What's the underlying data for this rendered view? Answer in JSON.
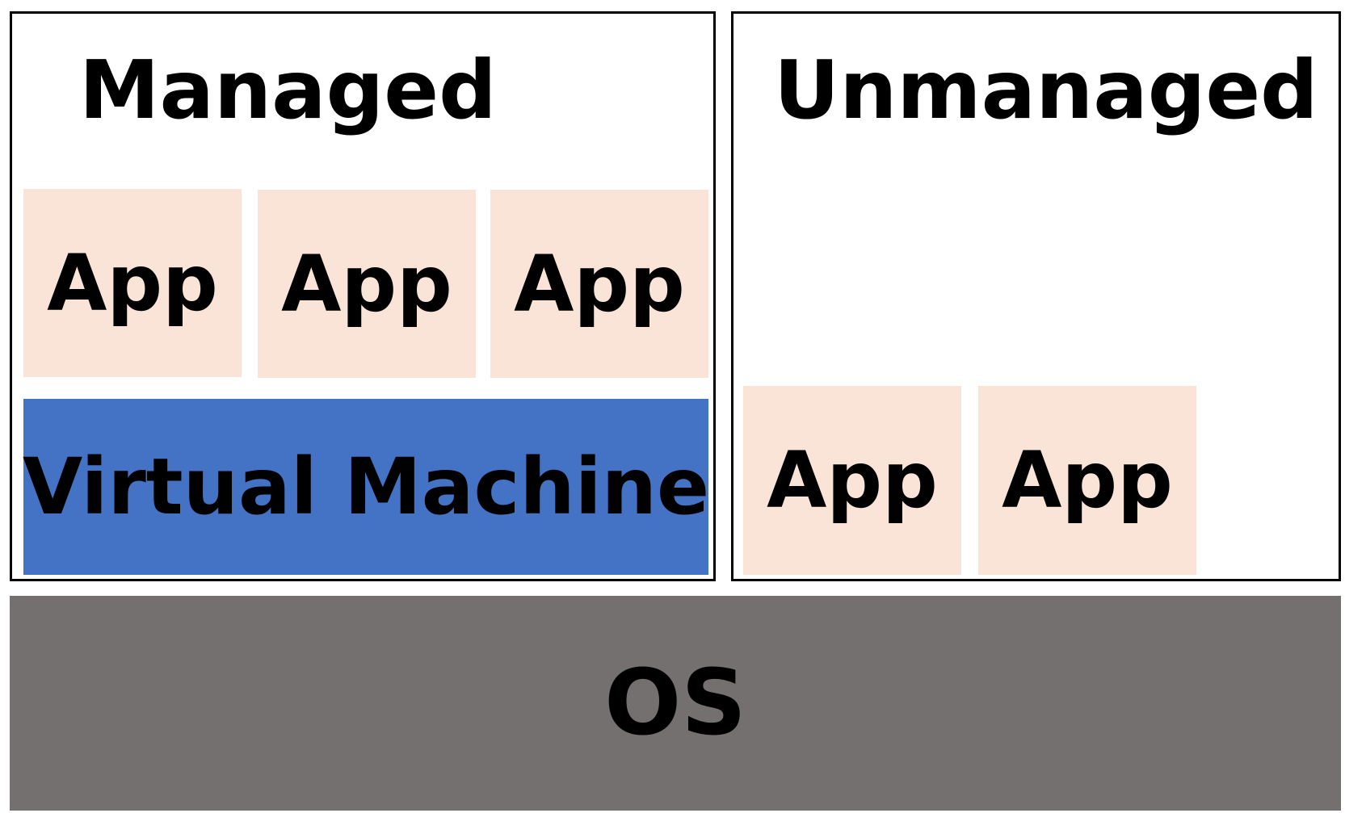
{
  "managed": {
    "title": "Managed",
    "apps": [
      "App",
      "App",
      "App"
    ],
    "vm_label": "Virtual Machine"
  },
  "unmanaged": {
    "title": "Unmanaged",
    "apps": [
      "App",
      "App"
    ]
  },
  "os": {
    "label": "OS"
  },
  "colors": {
    "app_fill": "#fae4d8",
    "vm_fill": "#4472c4",
    "os_fill": "#757070",
    "border": "#000000",
    "text": "#000000"
  }
}
